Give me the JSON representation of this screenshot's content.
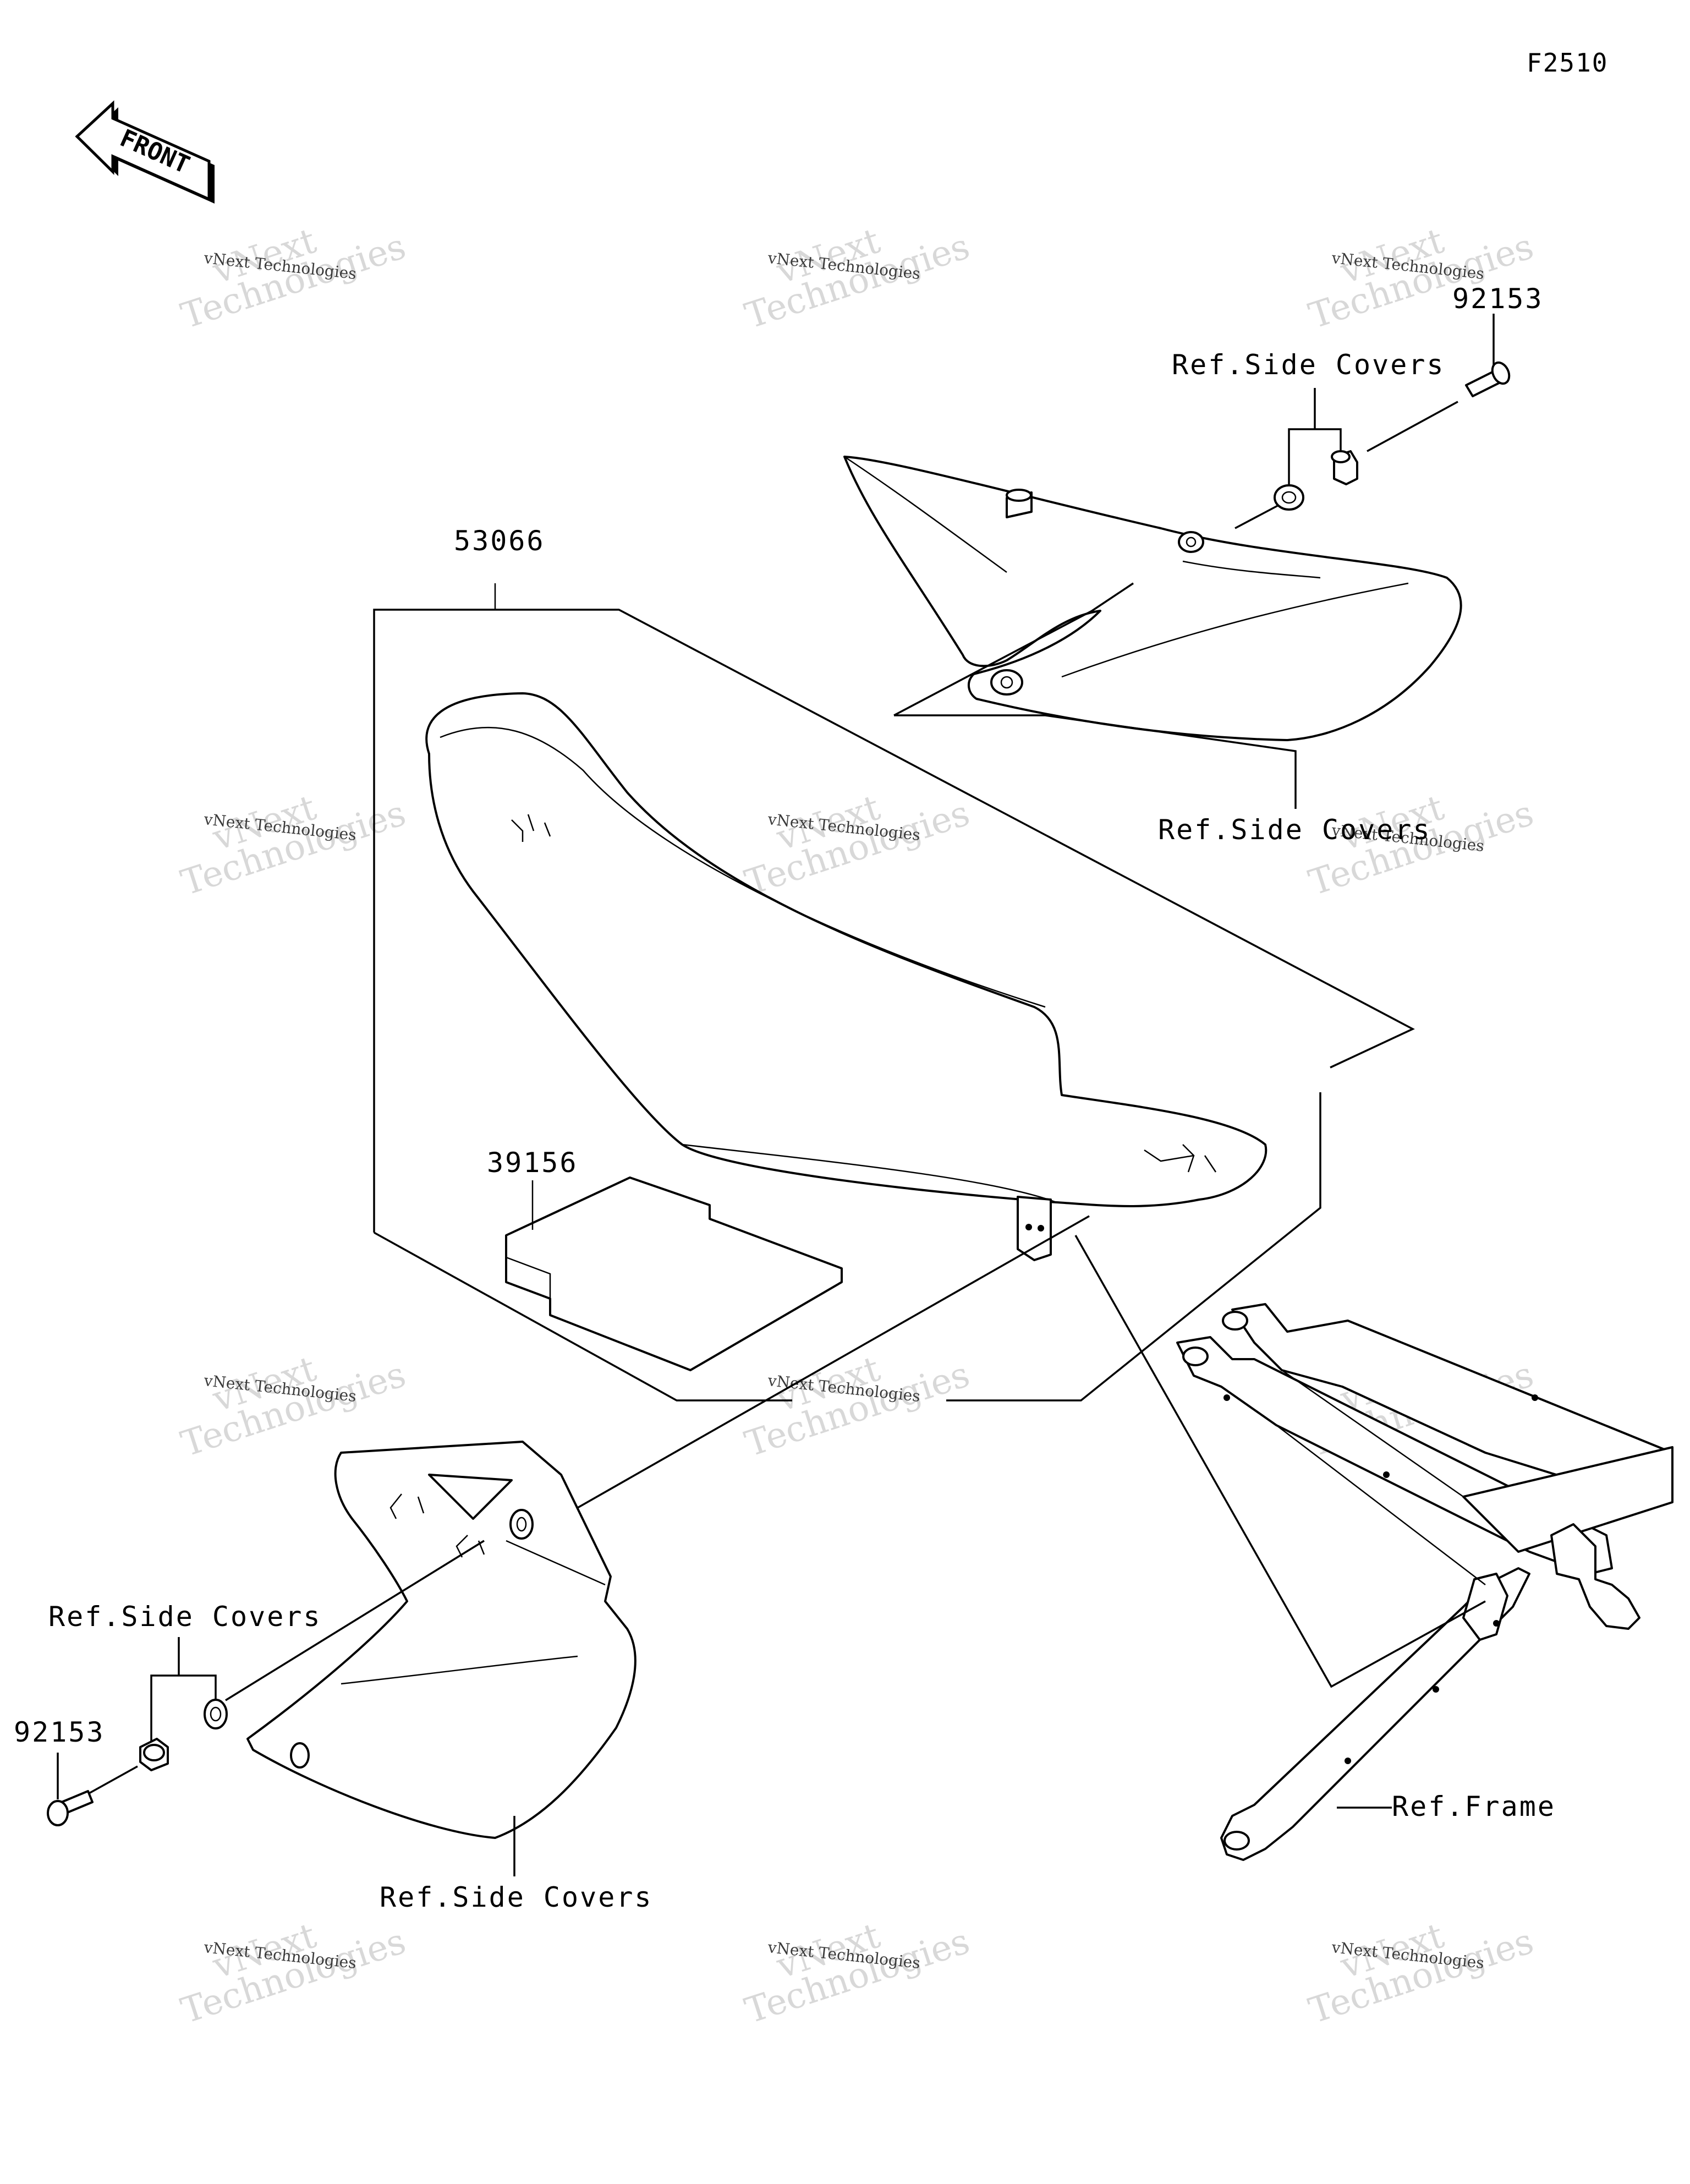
{
  "figure_code": "F2510",
  "front_arrow_label": "FRONT",
  "watermark": {
    "line1": "vNext",
    "line2": "Technologies",
    "small": "vNext Technologies"
  },
  "parts": {
    "seat": "53066",
    "seat_pad": "39156",
    "bolt_top": "92153",
    "bolt_left": "92153"
  },
  "refs": {
    "side_covers_top_collar": "Ref.Side Covers",
    "side_covers_top_panel": "Ref.Side Covers",
    "side_covers_left_collar": "Ref.Side Covers",
    "side_covers_left_panel": "Ref.Side Covers",
    "frame": "Ref.Frame"
  }
}
